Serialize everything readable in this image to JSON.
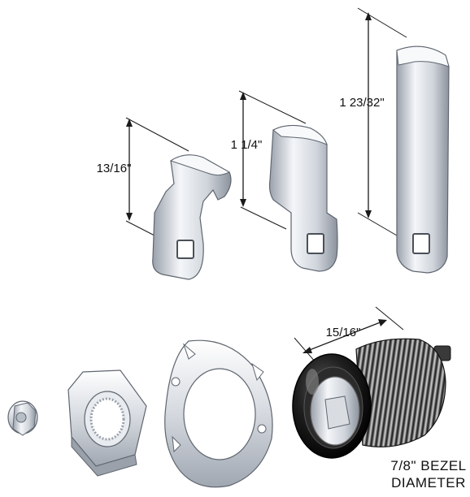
{
  "cams": [
    {
      "label": "13/16\""
    },
    {
      "label": "1 1/4\""
    },
    {
      "label": "1 23/32\""
    }
  ],
  "bezel": {
    "width_label": "15/16\"",
    "diameter_line1": "7/8\" BEZEL",
    "diameter_line2": "DIAMETER"
  },
  "colors": {
    "metal_light": "#f2f4f7",
    "metal_mid": "#c9ced6",
    "metal_dark": "#7d848f",
    "bezel_black": "#111111",
    "line": "#1a1a1a"
  }
}
